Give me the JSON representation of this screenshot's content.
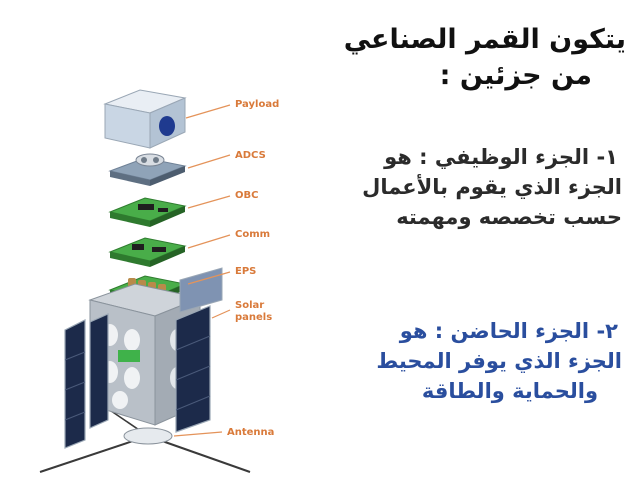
{
  "labels": {
    "payload": "Payload",
    "adcs": "ADCS",
    "obc": "OBC",
    "comm": "Comm",
    "eps": "EPS",
    "solar_panels": "Solar\npanels",
    "antenna": "Antenna"
  },
  "title": {
    "line1": "يتكون القمر الصناعي",
    "line2": "من جزئين :"
  },
  "section1": {
    "line1": "١- الجزء الوظيفي : هو",
    "line2": "الجزء الذي يقوم بالأعمال",
    "line3": "حسب تخصصه ومهمته"
  },
  "section2": {
    "line1": "٢- الجزء الحاضن : هو",
    "line2": "الجزء الذي يوفر المحيط",
    "line3": "والحماية والطاقة"
  },
  "colors": {
    "label_orange": "#d97a3a",
    "section2_blue": "#2a4e9e",
    "board_green": "#3fa33f",
    "panel_navy": "#1c2a4a"
  }
}
